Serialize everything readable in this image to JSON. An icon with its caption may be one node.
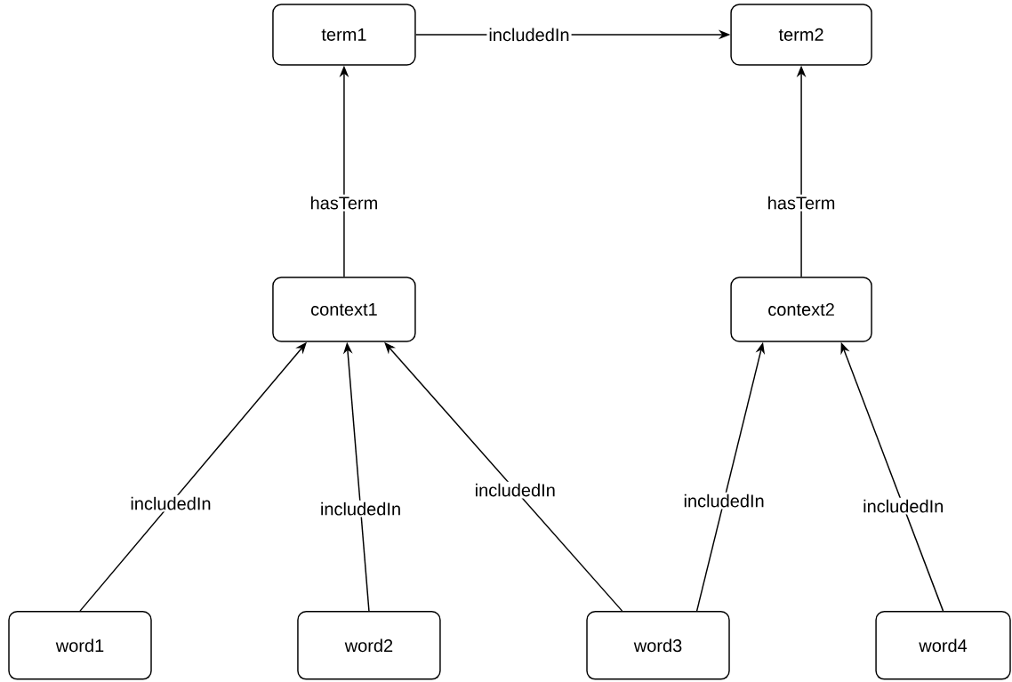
{
  "diagram": {
    "nodes": [
      {
        "text": [
          "term1"
        ]
      },
      {
        "text": [
          "term2"
        ]
      },
      {
        "text": [
          "context1"
        ]
      },
      {
        "text": [
          "context2"
        ]
      },
      {
        "text": [
          "word1"
        ]
      },
      {
        "text": [
          "word2"
        ]
      },
      {
        "text": [
          "word3"
        ]
      },
      {
        "text": [
          "word4"
        ]
      }
    ],
    "edges": [
      {
        "from": 0,
        "to": 1,
        "arrow": "to",
        "label": "includedIn"
      },
      {
        "from": 2,
        "to": 0,
        "arrow": "to",
        "label": "hasTerm"
      },
      {
        "from": 3,
        "to": 1,
        "arrow": "to",
        "label": "hasTerm"
      },
      {
        "from": 4,
        "to": 2,
        "arrow": "to",
        "label": "includedIn"
      },
      {
        "from": 5,
        "to": 2,
        "arrow": "to",
        "label": "includedIn"
      },
      {
        "from": 6,
        "to": 2,
        "arrow": "to",
        "label": "includedIn"
      },
      {
        "from": 6,
        "to": 3,
        "arrow": "to",
        "label": "includedIn"
      },
      {
        "from": 7,
        "to": 3,
        "arrow": "to",
        "label": "includedIn"
      }
    ]
  }
}
